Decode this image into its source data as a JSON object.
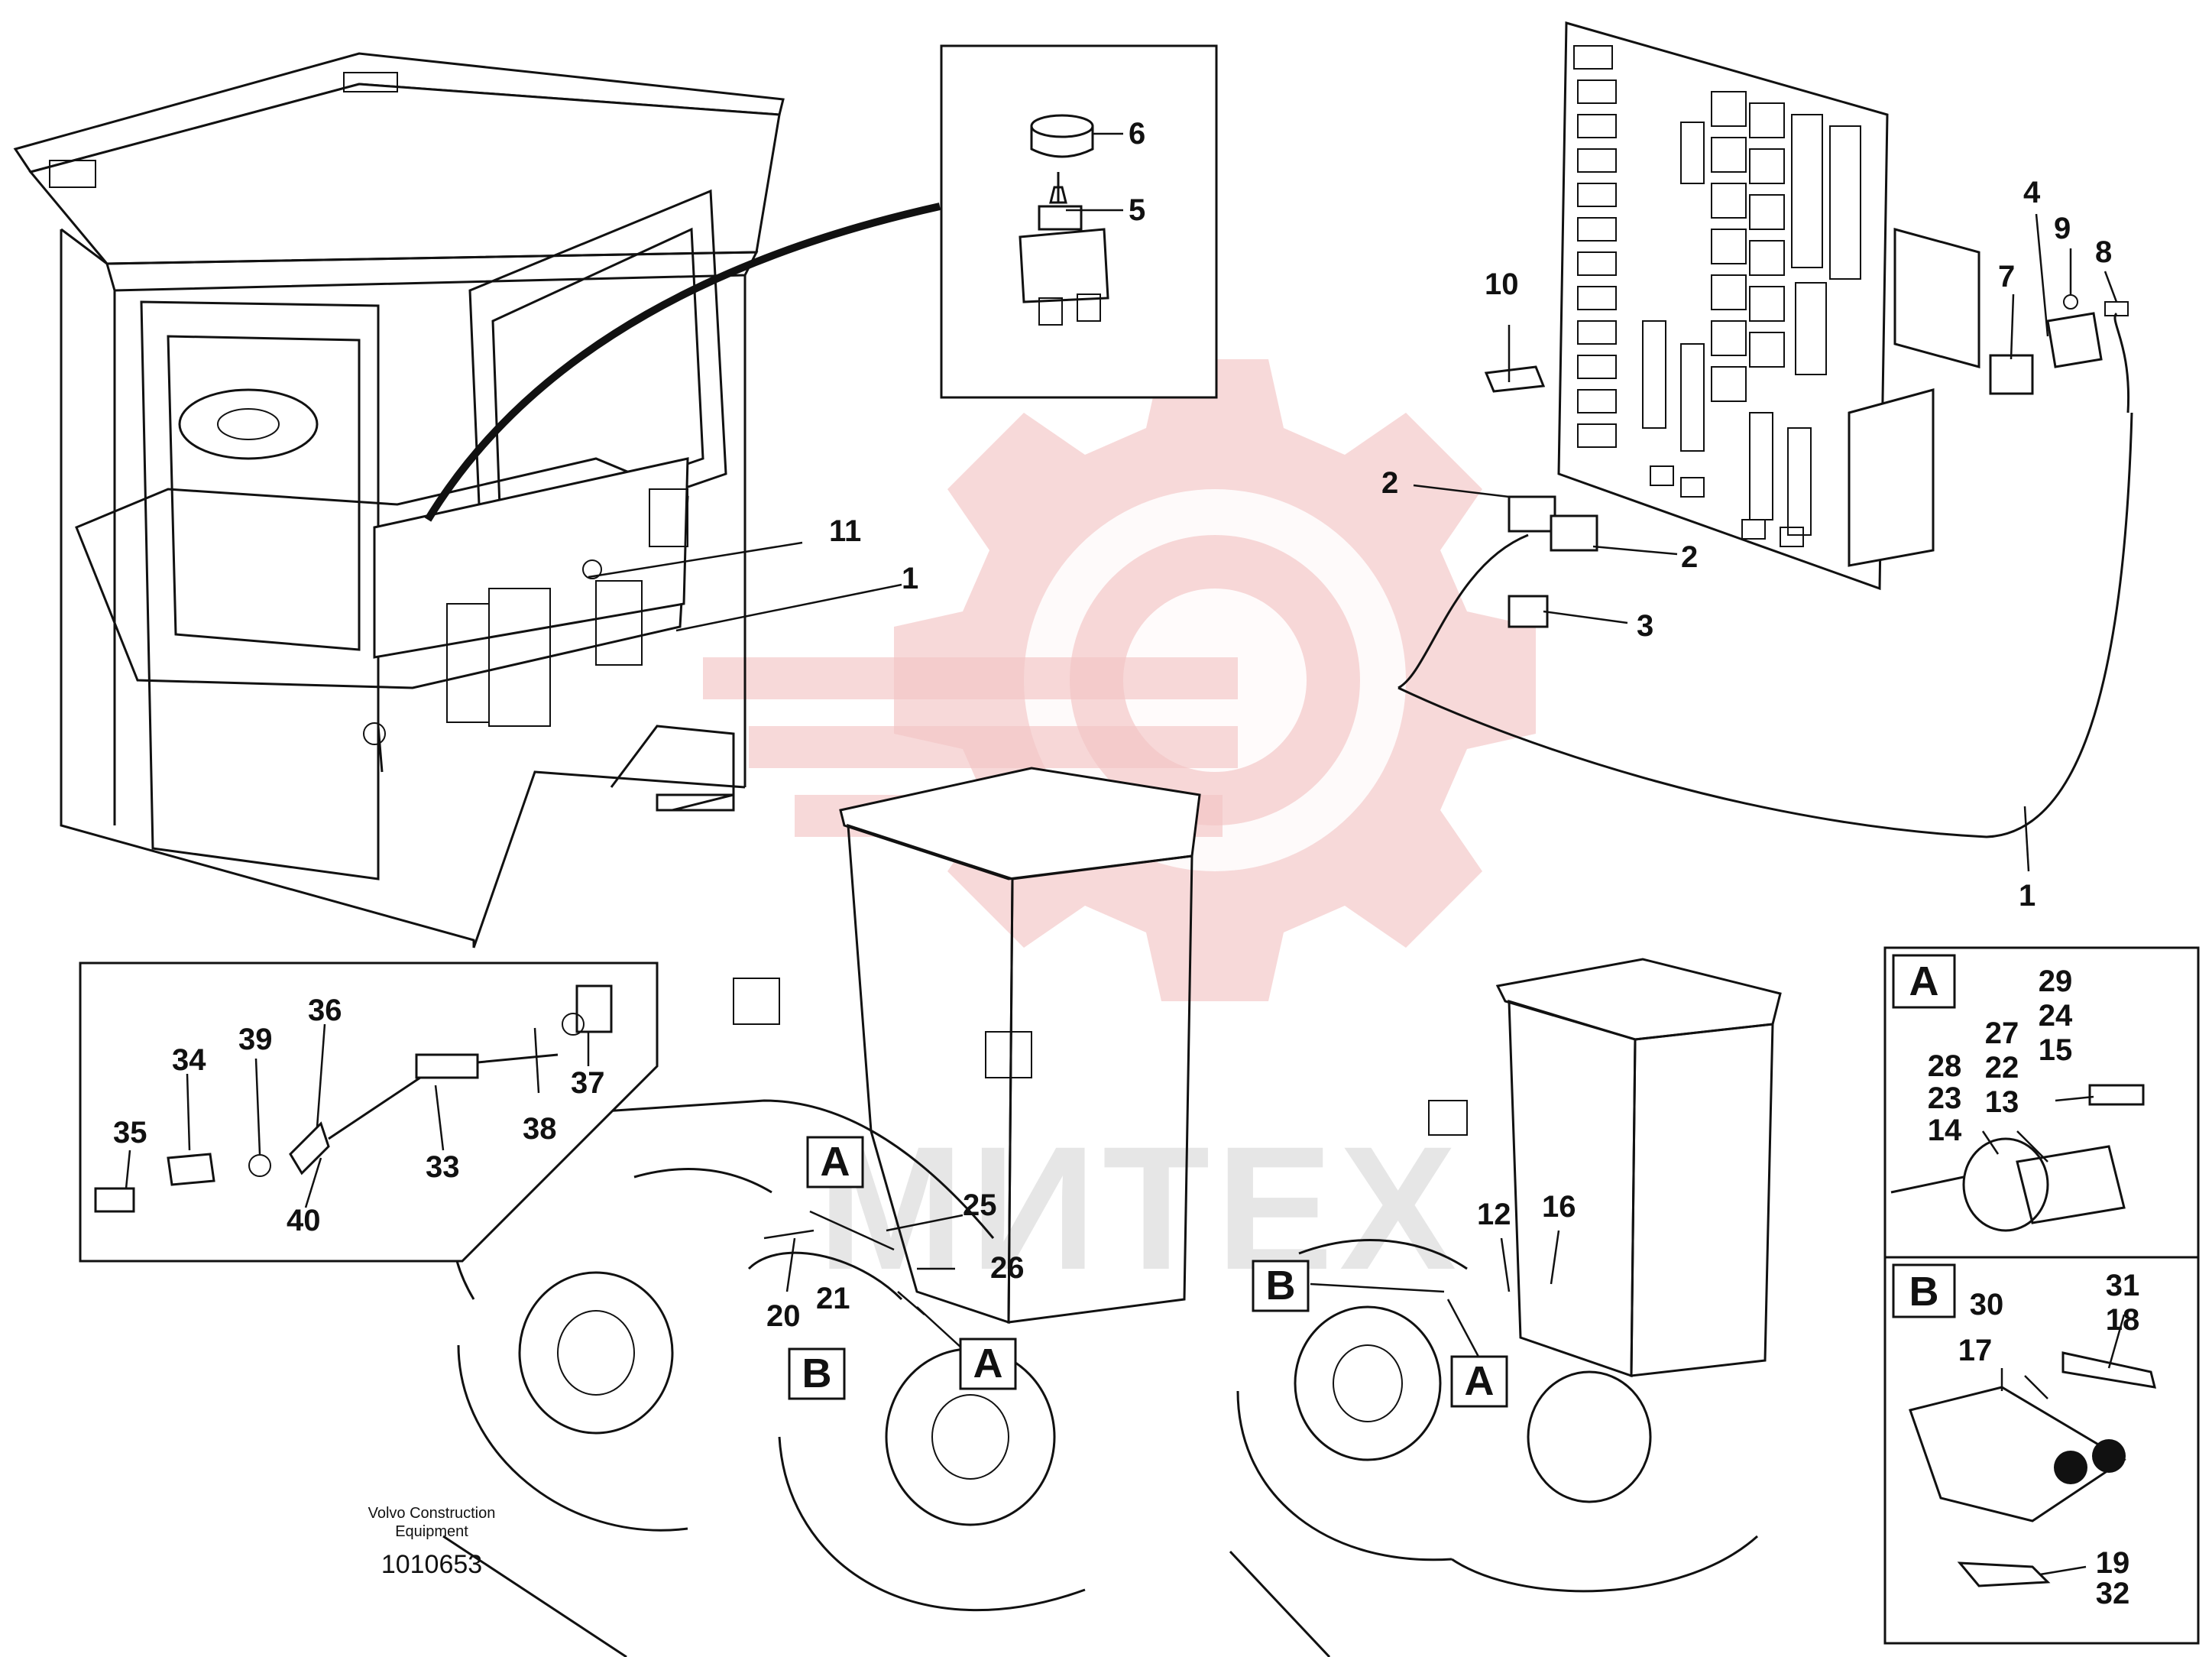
{
  "watermark": {
    "text": "МИТЕХ",
    "color": "#f3c4c4"
  },
  "footer": {
    "brand_line1": "Volvo Construction",
    "brand_line2": "Equipment",
    "drawing_number": "1010653"
  },
  "callouts": {
    "c1a": "1",
    "c1b": "1",
    "c2a": "2",
    "c2b": "2",
    "c3": "3",
    "c4": "4",
    "c5": "5",
    "c6": "6",
    "c7": "7",
    "c8": "8",
    "c9": "9",
    "c10": "10",
    "c11": "11",
    "c12": "12",
    "c16": "16",
    "c20": "20",
    "c21": "21",
    "c25": "25",
    "c26": "26",
    "c33": "33",
    "c34": "34",
    "c35": "35",
    "c36": "36",
    "c37": "37",
    "c38": "38",
    "c39": "39",
    "c40": "40"
  },
  "marker_labels": {
    "a1": "A",
    "a2": "A",
    "a3": "A",
    "b1": "B",
    "b2": "B"
  },
  "detail_a": {
    "label": "A",
    "col_right": [
      "29",
      "24",
      "15"
    ],
    "col_mid": [
      "27",
      "22",
      "13"
    ],
    "col_left": [
      "28",
      "23",
      "14"
    ]
  },
  "detail_b": {
    "label": "B",
    "left_top": "30",
    "left_mid": "17",
    "right_top": [
      "31",
      "18"
    ],
    "bottom": [
      "19",
      "32"
    ]
  }
}
